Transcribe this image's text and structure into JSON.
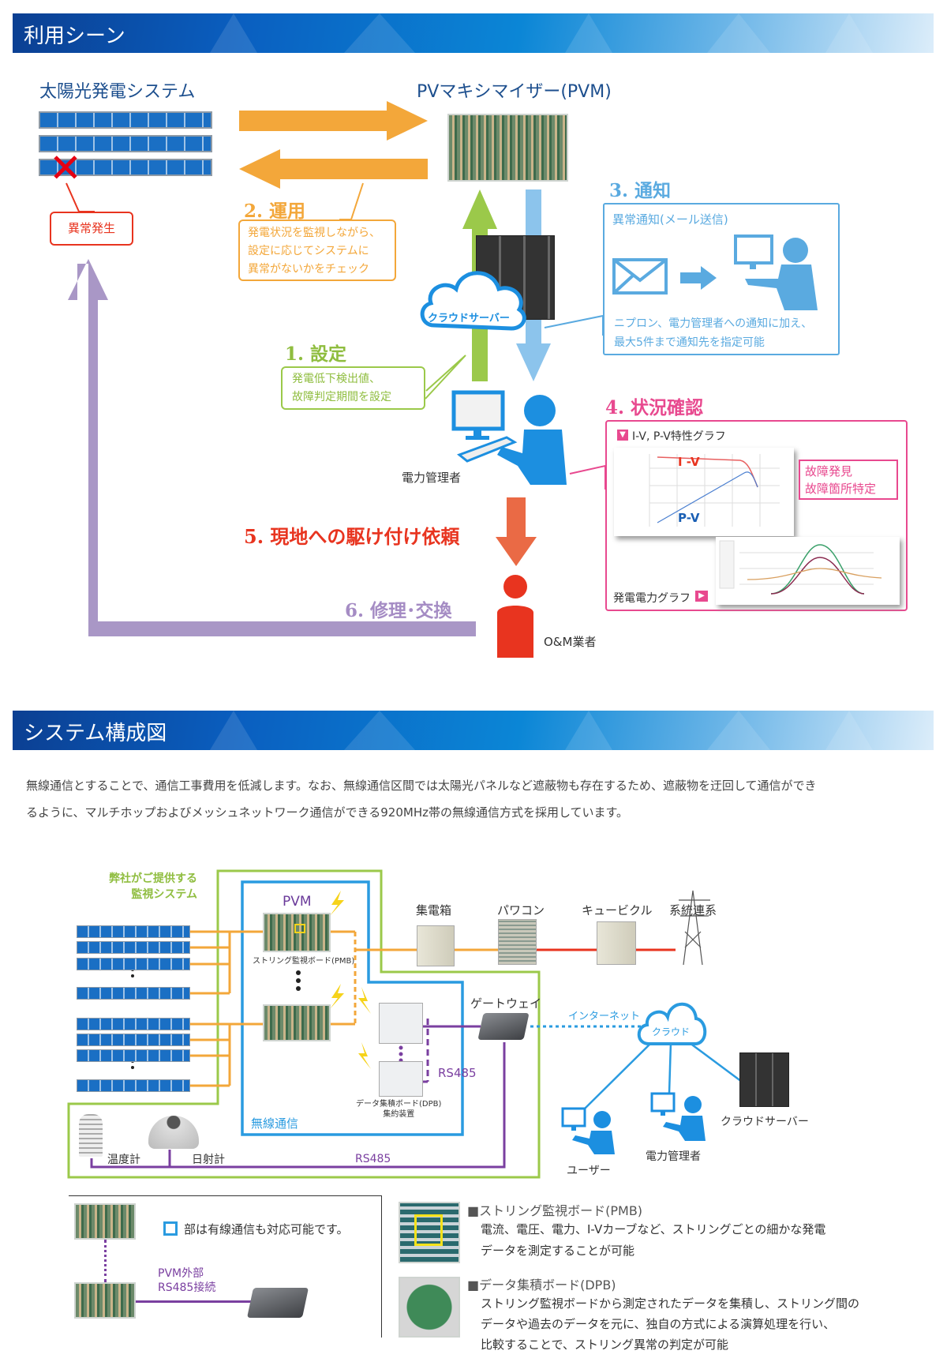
{
  "usage": {
    "title": "利用シーン",
    "solar_system": "太陽光発電システム",
    "pvm": "PVマキシマイザー(PVM)",
    "anomaly": "異常発生",
    "step2": {
      "title": "2. 運用",
      "lines": [
        "発電状況を監視しながら、",
        "設定に応じてシステムに",
        "異常がないかをチェック"
      ]
    },
    "cloud_server": "クラウドサーバー",
    "step3": {
      "title": "3. 通知",
      "subtitle": "異常通知(メール送信)",
      "lines": [
        "ニプロン、電力管理者への通知に加え、",
        "最大5件まで通知先を指定可能"
      ]
    },
    "step1": {
      "title": "1. 設定",
      "lines": [
        "発電低下検出値、",
        "故障判定期間を設定"
      ]
    },
    "manager": "電力管理者",
    "step4": {
      "title": "4. 状況確認",
      "iv_graph": "I-V, P-V特性グラフ",
      "iv_label": "I -V",
      "pv_label": "P-V",
      "fault_lines": [
        "故障発見",
        "故障箇所特定"
      ],
      "power_graph": "発電電力グラフ"
    },
    "step5": "5. 現地への駆け付け依頼",
    "step6": "6. 修理･交換",
    "om": "O&M業者"
  },
  "system": {
    "title": "システム構成図",
    "para": [
      "無線通信とすることで、通信工事費用を低減します。なお、無線通信区間では太陽光パネルなど遮蔽物も存在するため、遮蔽物を迂回して通信ができ",
      "るように、マルチホップおよびメッシュネットワーク通信ができる920MHz帯の無線通信方式を採用しています。"
    ],
    "provided": [
      "弊社がご提供する",
      "監視システム"
    ],
    "pvm": "PVM",
    "pmb_label": "ストリング監視ボード(PMB)",
    "collector": "集電箱",
    "pcs": "パワコン",
    "cubicle": "キュービクル",
    "grid": "系統連系",
    "gateway": "ゲートウェイ",
    "internet": "インターネット",
    "cloud": "クラウド",
    "rs485": "RS485",
    "rs485_bottom": "RS485",
    "dpb_label": [
      "データ集積ボード(DPB)",
      "集約装置"
    ],
    "wireless": "無線通信",
    "thermometer": "温度計",
    "pyranometer": "日射計",
    "user": "ユーザー",
    "manager": "電力管理者",
    "cloud_server": "クラウドサーバー",
    "legend": {
      "wired_note": "部は有線通信も対応可能です。",
      "pvm_ext": [
        "PVM外部",
        "RS485接続"
      ],
      "pmb_title": "■ストリング監視ボード(PMB)",
      "pmb_lines": [
        "電流、電圧、電力、I-Vカーブなど、ストリングごとの細かな発電",
        "データを測定することが可能"
      ],
      "dpb_title": "■データ集積ボード(DPB)",
      "dpb_lines": [
        "ストリング監視ボードから測定されたデータを集積し、ストリング間の",
        "データや過去のデータを元に、独自の方式による演算処理を行い、",
        "比較することで、ストリング異常の判定が可能"
      ]
    }
  },
  "colors": {
    "orange": "#f3a73a",
    "green": "#9bc94a",
    "blue": "#5aaae0",
    "purple": "#a997c6",
    "red": "#e8341f",
    "pink": "#e8498f"
  }
}
